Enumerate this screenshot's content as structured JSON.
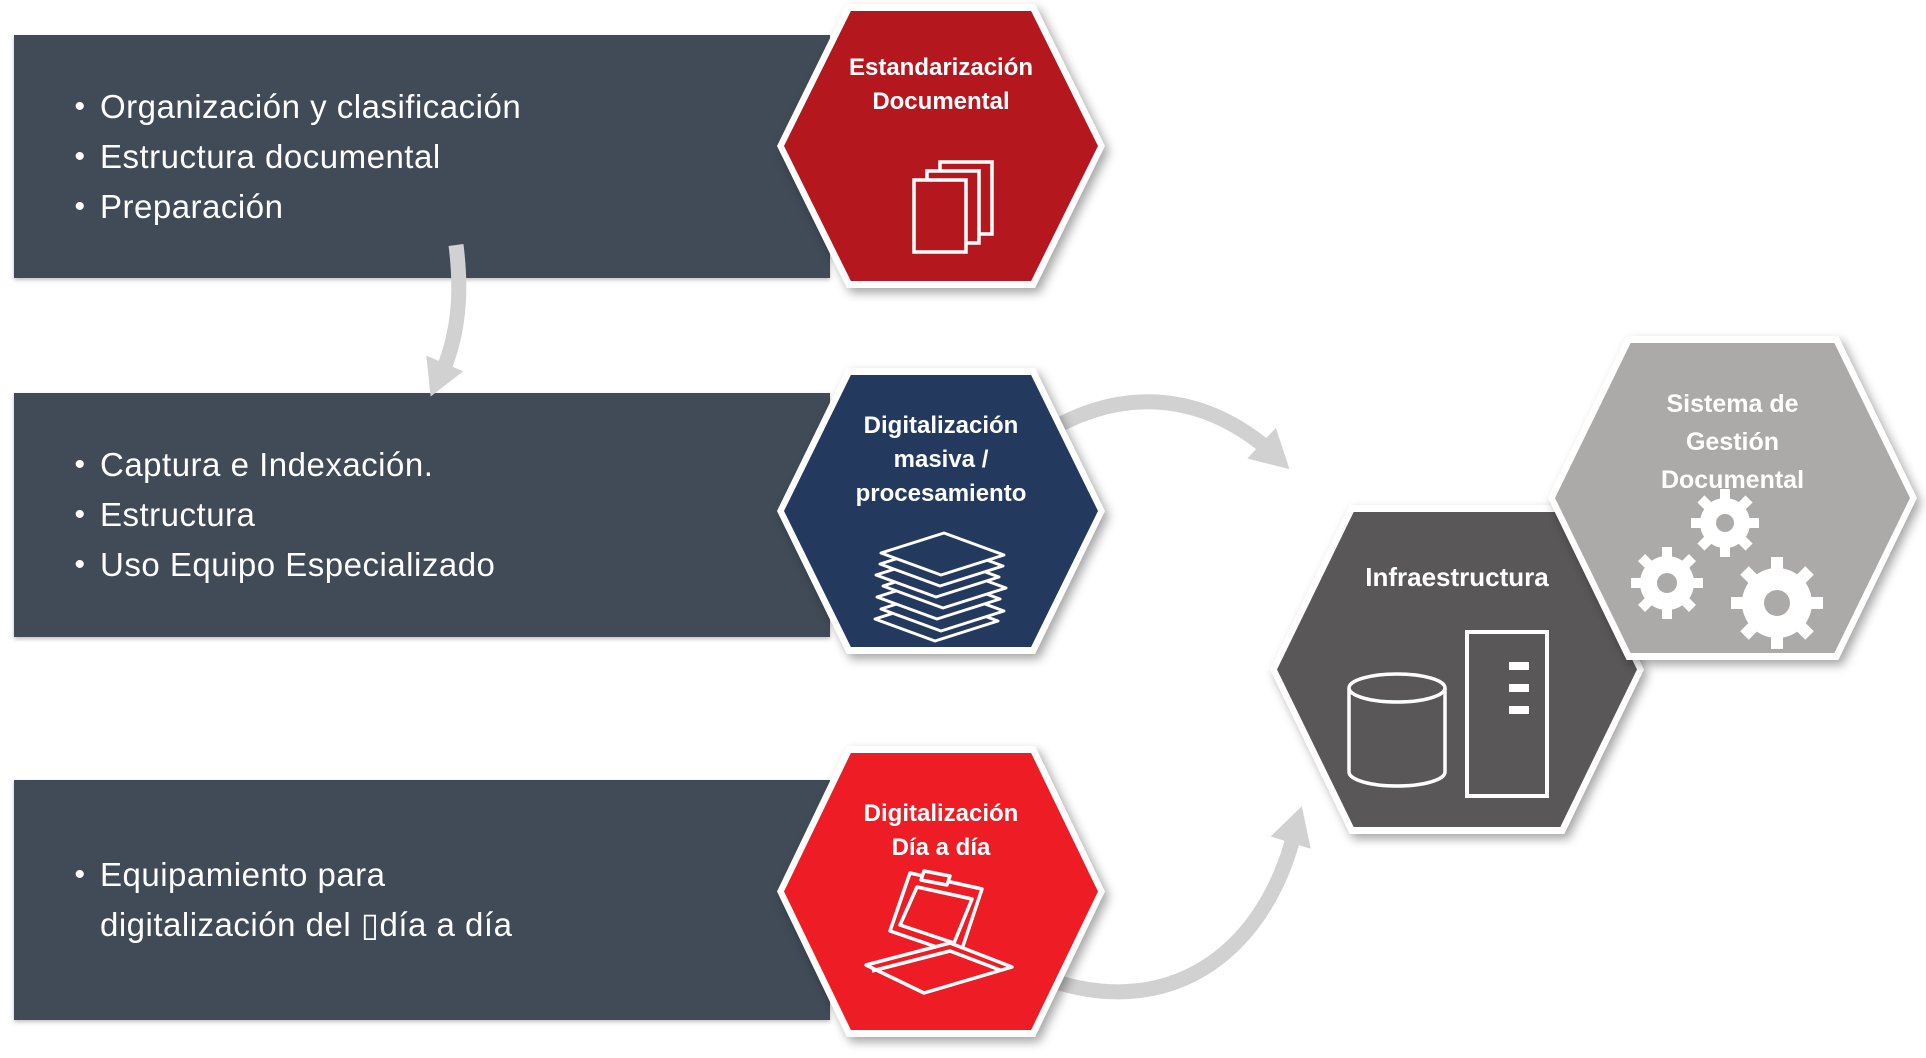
{
  "bars": [
    {
      "items": [
        {
          "lines": [
            "Organización y clasificación"
          ]
        },
        {
          "lines": [
            "Estructura documental"
          ]
        },
        {
          "lines": [
            "Preparación"
          ]
        }
      ]
    },
    {
      "items": [
        {
          "lines": [
            "Captura e Indexación."
          ]
        },
        {
          "lines": [
            "Estructura"
          ]
        },
        {
          "lines": [
            "Uso Equipo Especializado"
          ]
        }
      ]
    },
    {
      "items": [
        {
          "lines": [
            "Equipamiento para",
            "digitalización del ▯día a día"
          ]
        }
      ]
    }
  ],
  "hexagons": [
    {
      "id": "estandarizacion",
      "lines": [
        "Estandarización",
        "Documental"
      ],
      "color": "#B5171F",
      "icon": "documents-icon"
    },
    {
      "id": "digitalizacion-masiva",
      "lines": [
        "Digitalización",
        "masiva /",
        "procesamiento"
      ],
      "color": "#24395E",
      "icon": "paper-stack-icon"
    },
    {
      "id": "digitalizacion-dia-a-dia",
      "lines": [
        "Digitalización",
        "Día a día"
      ],
      "color": "#EE1C25",
      "icon": "scanner-icon"
    },
    {
      "id": "infraestructura",
      "lines": [
        "Infraestructura"
      ],
      "color": "#595757",
      "icon": "database-server-icon"
    },
    {
      "id": "sistema-gestion-documental",
      "lines": [
        "Sistema de",
        "Gestión",
        "Documental"
      ],
      "color": "#ACA9A9",
      "icon": "gears-icon"
    }
  ],
  "arrows": [
    {
      "name": "arrow-phase1-to-phase2",
      "direction": "down"
    },
    {
      "name": "arrow-masiva-to-infraestructura",
      "direction": "right"
    },
    {
      "name": "arrow-dia-a-dia-to-infraestructura",
      "direction": "up-right"
    }
  ],
  "colors": {
    "background": "#FFFFFF",
    "bar_bg": "#414B57",
    "bar_text": "#FFFFFF",
    "hex_border": "#FFFFFF",
    "arrow": "#D1D1D1"
  }
}
